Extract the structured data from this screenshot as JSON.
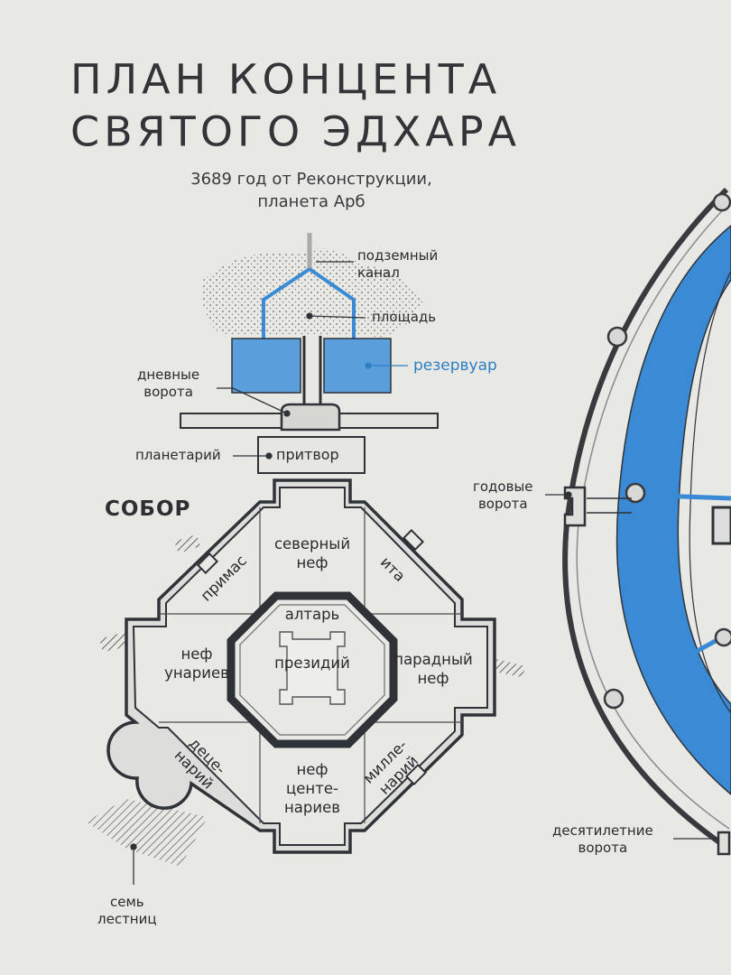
{
  "title": {
    "line1": "ПЛАН КОНЦЕНТА",
    "line2": "СВЯТОГО ЭДХАРА"
  },
  "subtitle": {
    "line1": "3689 год от Реконструкции,",
    "line2": "планета Арб"
  },
  "section_heading": "СОБОР",
  "labels": {
    "canal": [
      "подземный",
      "канал"
    ],
    "square": "площадь",
    "reservoir": "резервуар",
    "day_gate": [
      "дневные",
      "ворота"
    ],
    "planetarium": "планетарий",
    "narthex": "притвор",
    "year_gate": [
      "годовые",
      "ворота"
    ],
    "decade_gate": [
      "десятилетние",
      "ворота"
    ],
    "seven_stairs": [
      "семь",
      "лестниц"
    ]
  },
  "rooms": {
    "north_nave": [
      "северный",
      "неф"
    ],
    "primas": "примас",
    "ita": "ита",
    "altar": "алтарь",
    "presidium": "президий",
    "unarii_nave": [
      "неф",
      "унариев"
    ],
    "parade_nave": [
      "парадный",
      "неф"
    ],
    "decenarii": [
      "деце-",
      "нарий"
    ],
    "millenarii": [
      "милле-",
      "нарий"
    ],
    "centenarii_nave": [
      "неф",
      "центе-",
      "нариев"
    ]
  },
  "colors": {
    "ink": "#2b2b2e",
    "paper": "#e8e8e5",
    "water": "#3a8ad6",
    "reservoir_fill": "#5a9fdc",
    "label_accent": "#2e7fc4"
  }
}
